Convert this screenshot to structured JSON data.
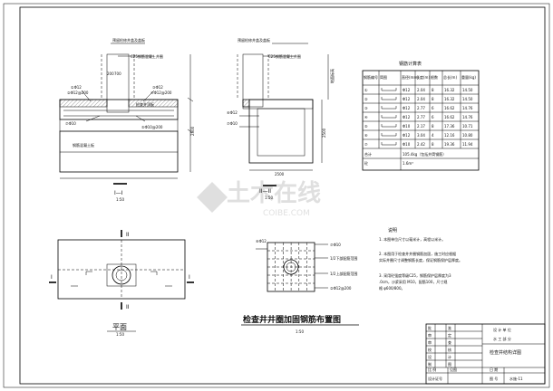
{
  "section_1": {
    "title": "I—I",
    "scale": "1:50",
    "labels": {
      "top_note": "预留检修井盖及盖板",
      "slab_note": "C25钢筋混凝土井圈",
      "rebar_left_a": "①Φ12",
      "rebar_left_b": "②Φ12@200",
      "rebar_right_a": "③Φ12",
      "rebar_right_b": "④Φ12@200",
      "rebar_bottom_left": "⑦Φ10",
      "rebar_bottom_right": "⑤Φ10@200",
      "base_note": "检查井顶板",
      "bottom_note": "钢筋混凝土板"
    },
    "dims": {
      "height": "200",
      "width": "700",
      "depth": "2500"
    }
  },
  "section_2": {
    "title": "II—II",
    "scale": "1:50",
    "labels": {
      "top_note": "预留检修井盖及盖板",
      "slab_note": "C25钢筋混凝土井圈",
      "rebar_a": "⑥Φ12",
      "rebar_b": "⑦Φ10",
      "side_note": "地面标高",
      "dim_width": "2500",
      "dim_height": "2500"
    }
  },
  "table": {
    "title": "钢筋计算表",
    "headers": [
      "钢筋编号",
      "简图",
      "直径(mm)",
      "长度(m)",
      "根数",
      "总长(m)",
      "重量(kg)"
    ],
    "rows": [
      [
        "①",
        "",
        "Φ12",
        "2.04",
        "8",
        "16.32",
        "14.50"
      ],
      [
        "②",
        "",
        "Φ12",
        "2.04",
        "8",
        "16.32",
        "14.50"
      ],
      [
        "③",
        "",
        "Φ12",
        "2.77",
        "6",
        "16.62",
        "14.76"
      ],
      [
        "④",
        "",
        "Φ12",
        "2.77",
        "6",
        "16.62",
        "14.76"
      ],
      [
        "⑤",
        "",
        "Φ10",
        "2.17",
        "8",
        "17.36",
        "10.71"
      ],
      [
        "⑥",
        "",
        "Φ12",
        "3.04",
        "4",
        "12.16",
        "10.80"
      ],
      [
        "⑦",
        "",
        "Φ10",
        "2.42",
        "8",
        "19.36",
        "11.94"
      ]
    ],
    "total_label": "合计",
    "total_value": "105.4kg（包括井筒钢筋）",
    "concrete_label": "砼",
    "concrete_value": "1.6m³"
  },
  "plan": {
    "title": "平面",
    "scale": "1:50",
    "mark_top": "II",
    "mark_bottom": "II",
    "mark_left": "I",
    "mark_right": "I"
  },
  "detail": {
    "labels": [
      "⑥Φ12",
      "⑦Φ10",
      "1/2下部配筋范围",
      "1/2上部配筋范围",
      "②Φ12@200"
    ]
  },
  "main_title": "检查井井圈加固钢筋布置图",
  "main_scale": "1:50",
  "notes": {
    "heading": "说明",
    "items": [
      "1. 本图单位尺寸以毫米计，高程以米计。",
      "2. 本图用于检查井井圈钢筋加固，施工时应根据实际井圈尺寸调整钢筋长度，保证钢筋保护层厚度。",
      "3. 采用砼强度等级C25，钢筋保护层厚度为3.0cm，沙浆采用 M10，配筋100，尺寸规格 φ600/800。"
    ]
  },
  "title_block": {
    "rows": [
      [
        "批",
        "",
        "准",
        "",
        "设 计 单 位"
      ],
      [
        "审",
        "",
        "定",
        "",
        "水 工 部 分"
      ],
      [
        "审",
        "",
        "查",
        "",
        ""
      ],
      [
        "校",
        "",
        "核",
        "",
        "检查井结构详图"
      ],
      [
        "设",
        "",
        "计",
        "",
        ""
      ],
      [
        "制",
        "",
        "图",
        "",
        ""
      ]
    ],
    "scale_label": "比 例",
    "scale_value": "见图",
    "date_label": "日 期",
    "drawing_no_label": "图 号",
    "drawing_no_value": "水施-11",
    "design_no_label": "设计证号"
  },
  "watermark": {
    "cn": "土木在线",
    "en": "COIBE.COM"
  }
}
